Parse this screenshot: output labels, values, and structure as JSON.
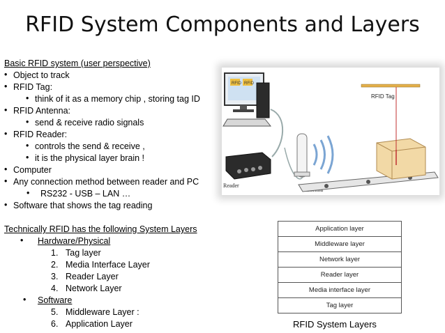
{
  "title": "RFID System Components and Layers",
  "basic_heading": "Basic RFID system (user perspective)",
  "bullets": [
    {
      "level": 1,
      "text": "Object to track"
    },
    {
      "level": 1,
      "text": "RFID Tag:"
    },
    {
      "level": 2,
      "text": "think of it as a memory chip , storing tag ID"
    },
    {
      "level": 1,
      "text": "RFID Antenna:"
    },
    {
      "level": 2,
      "text": "send & receive radio signals"
    },
    {
      "level": 1,
      "text": "RFID Reader:"
    },
    {
      "level": 2,
      "text": "controls the send & receive ,"
    },
    {
      "level": 2,
      "text": "it is the physical layer brain !"
    },
    {
      "level": 1,
      "text": "Computer"
    },
    {
      "level": 1,
      "text": "Any connection method between reader and PC"
    },
    {
      "level": 2,
      "text": "RS232 - USB – LAN …"
    },
    {
      "level": 1,
      "text": "Software that shows the tag reading"
    }
  ],
  "tech_heading": "Technically RFID has the following System Layers",
  "groups": [
    {
      "label": "Hardware/Physical",
      "items": [
        {
          "num": "1.",
          "text": "Tag layer"
        },
        {
          "num": "2.",
          "text": "Media Interface Layer"
        },
        {
          "num": "3.",
          "text": "Reader Layer"
        },
        {
          "num": "4.",
          "text": "Network Layer"
        }
      ]
    },
    {
      "label": "Software",
      "items": [
        {
          "num": "5.",
          "text": "Middleware Layer  :"
        },
        {
          "num": "6.",
          "text": "Application Layer"
        }
      ]
    }
  ],
  "illustration": {
    "tag_label": "RFID Tag",
    "reader_label": "Reader",
    "antenna_label": "Antenna",
    "screen_text_1": "RFID",
    "screen_text_2": "RFID"
  },
  "layer_stack": [
    "Application layer",
    "Middleware layer",
    "Network layer",
    "Reader layer",
    "Media interface layer",
    "Tag layer"
  ],
  "layer_caption": "RFID System Layers"
}
